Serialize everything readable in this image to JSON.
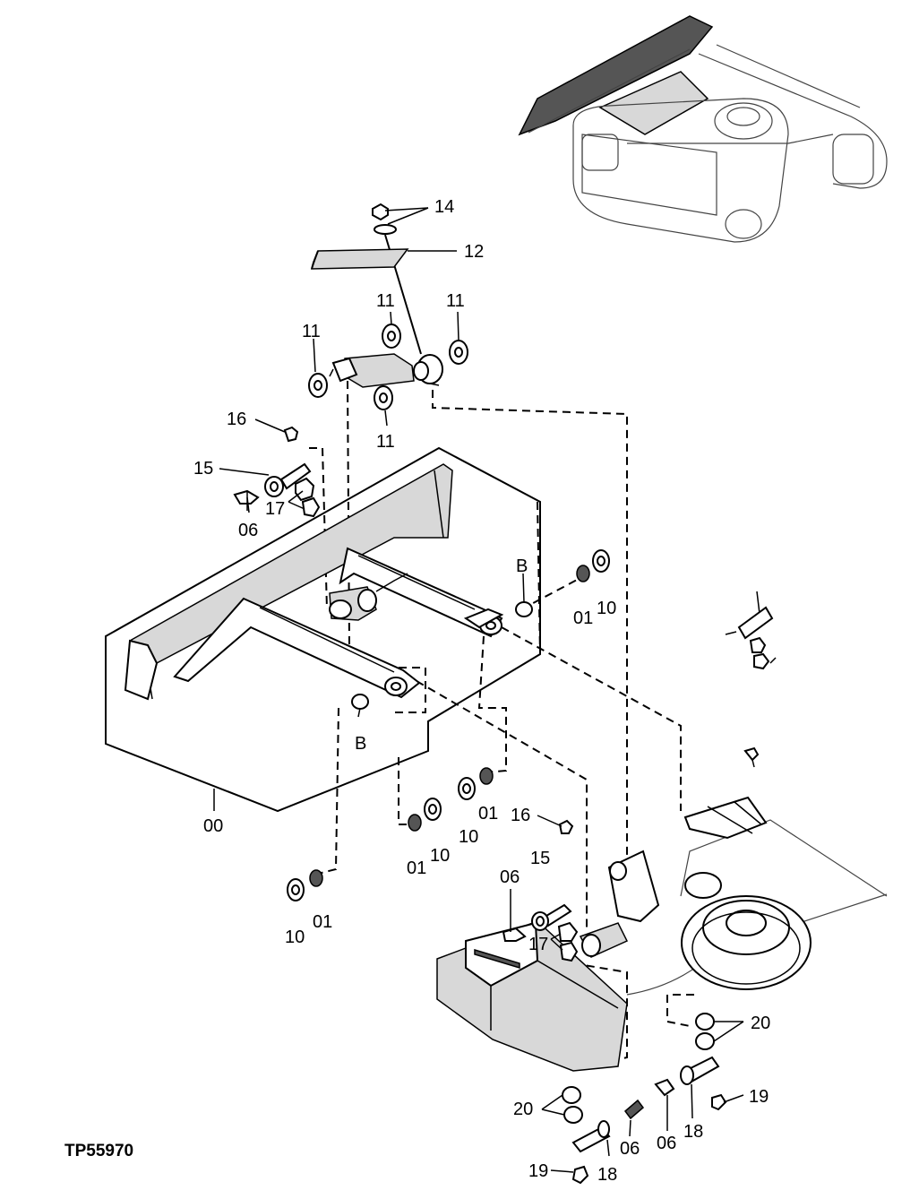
{
  "figure_ref": "TP55970",
  "labels": {
    "l14": "14",
    "l12": "12",
    "l11a": "11",
    "l11b": "11",
    "l11c": "11",
    "l11d": "11",
    "l16a": "16",
    "l15a": "15",
    "l17a": "17",
    "l06a": "06",
    "lBa": "B",
    "l01a": "01",
    "l10a": "10",
    "lBb": "B",
    "l00": "00",
    "l01b": "01",
    "l10b": "10",
    "l10c": "10",
    "l01c": "01",
    "l01d": "01",
    "l10d": "10",
    "l16b": "16",
    "l15b": "15",
    "l06b": "06",
    "l17b": "17",
    "l20a": "20",
    "l19a": "19",
    "l06c": "06",
    "l18a": "18",
    "l20b": "20",
    "l06d": "06",
    "l18b": "18",
    "l19b": "19"
  }
}
